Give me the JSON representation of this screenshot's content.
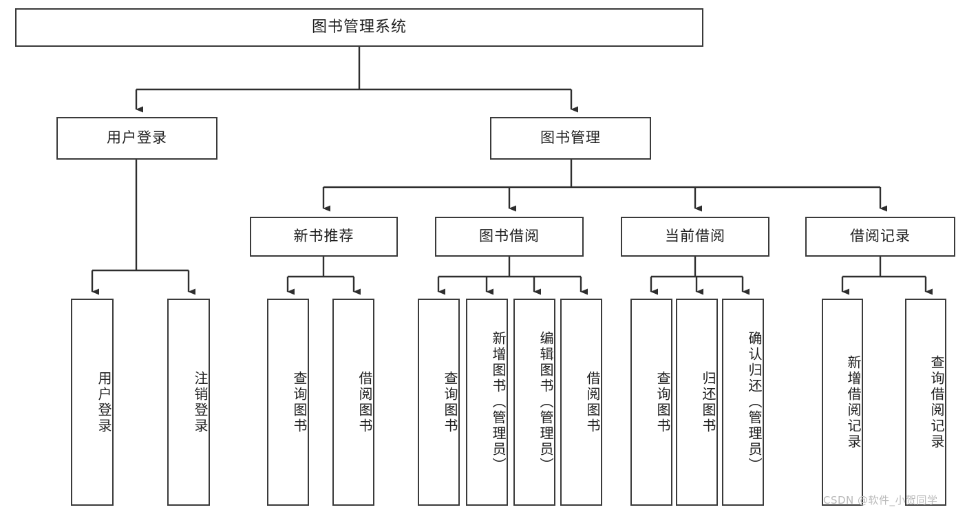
{
  "diagram": {
    "title": "图书管理系统",
    "type": "hierarchy-tree",
    "colors": {
      "box_border": "#3a3a3a",
      "box_fill": "#ffffff",
      "line": "#2e2e2e",
      "watermark": "#b9b9b9",
      "page_bg": "#ffffff"
    },
    "levels": {
      "level1": {
        "label": "图书管理系统"
      },
      "level2": [
        {
          "label": "用户登录"
        },
        {
          "label": "图书管理"
        }
      ],
      "level3": [
        {
          "label": "新书推荐"
        },
        {
          "label": "图书借阅"
        },
        {
          "label": "当前借阅"
        },
        {
          "label": "借阅记录"
        }
      ],
      "level4": {
        "用户登录": [
          {
            "label": "用户登录"
          },
          {
            "label": "注销登录"
          }
        ],
        "新书推荐": [
          {
            "label": "查询图书"
          },
          {
            "label": "借阅图书"
          }
        ],
        "图书借阅": [
          {
            "label": "查询图书"
          },
          {
            "label": "新增图书（管理员）"
          },
          {
            "label": "编辑图书（管理员）"
          },
          {
            "label": "借阅图书"
          }
        ],
        "当前借阅": [
          {
            "label": "查询图书"
          },
          {
            "label": "归还图书"
          },
          {
            "label": "确认归还（管理员）"
          }
        ],
        "借阅记录": [
          {
            "label": "新增借阅记录"
          },
          {
            "label": "查询借阅记录"
          }
        ]
      }
    },
    "nodes": {
      "root": "图书管理系统",
      "user_login": "用户登录",
      "book_manage": "图书管理",
      "new_book_rec": "新书推荐",
      "book_borrow": "图书借阅",
      "current_borrow": "当前借阅",
      "borrow_record": "借阅记录",
      "leaf_user_login": "用户登录",
      "leaf_logout": "注销登录",
      "leaf_nbr_query": "查询图书",
      "leaf_nbr_borrow": "借阅图书",
      "leaf_bb_query": "查询图书",
      "leaf_bb_add": "新增图书（管理员）",
      "leaf_bb_edit": "编辑图书（管理员）",
      "leaf_bb_borrow": "借阅图书",
      "leaf_cb_query": "查询图书",
      "leaf_cb_return": "归还图书",
      "leaf_cb_confirm": "确认归还（管理员）",
      "leaf_br_add": "新增借阅记录",
      "leaf_br_query": "查询借阅记录"
    }
  },
  "watermark": {
    "text": "CSDN @软件_小贺同学"
  }
}
